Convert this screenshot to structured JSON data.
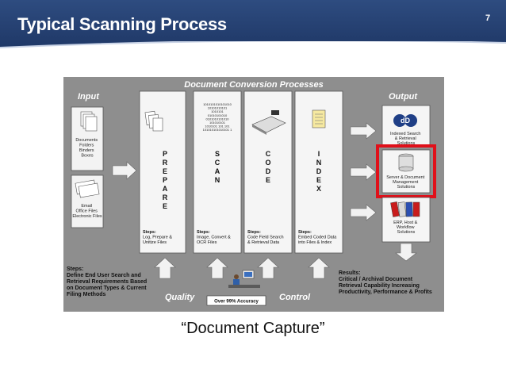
{
  "slide": {
    "title": "Typical Scanning Process",
    "page_number": "7",
    "caption": "“Document Capture”"
  },
  "diagram": {
    "header": "Document  Conversion Processes",
    "input_label": "Input",
    "output_label": "Output",
    "input_items": [
      [
        "Documents",
        "Folders",
        "Binders",
        "Boxes"
      ],
      [
        "Email",
        "Office Files",
        "Electronic Files"
      ]
    ],
    "columns": [
      {
        "word": "PREPARE",
        "steps_title": "Steps:",
        "steps": [
          "Log, Prepare &",
          "Unitize Files"
        ]
      },
      {
        "word": "SCAN",
        "steps_title": "Steps:",
        "steps": [
          "Image, Convert &",
          "OCR Files"
        ]
      },
      {
        "word": "CODE",
        "steps_title": "Steps:",
        "steps": [
          "Code Field Search",
          "& Retrieval Data"
        ]
      },
      {
        "word": "INDEX",
        "steps_title": "Steps:",
        "steps": [
          "Embed Coded Data",
          "into Files  & Index"
        ]
      }
    ],
    "binary_lines": [
      "1010101010101010",
      "10101010101",
      "1010101",
      "01010101010",
      "0101010101010",
      "101010101",
      "1010101  101 101",
      "101010101010101 1"
    ],
    "outputs": [
      [
        "Indexed Search",
        "& Retrieval",
        "Solutions"
      ],
      [
        "Server & Document",
        "Management",
        "Solutions"
      ],
      [
        "ERP, Host &",
        "Workflow",
        "Solutions"
      ]
    ],
    "bottom_steps_title": "Steps:",
    "bottom_steps": [
      "Define End User Search and",
      "Retrieval Requirements Based",
      "on Document Types & Current",
      "Filing Methods"
    ],
    "results_title": "Results:",
    "results": [
      "Critical / Archival Document",
      "Retrieval Capability Increasing",
      "Productivity, Performance & Profits"
    ],
    "quality": "Quality",
    "control": "Control",
    "accuracy": "Over 99% Accuracy",
    "highlight_color": "#e0101a"
  }
}
